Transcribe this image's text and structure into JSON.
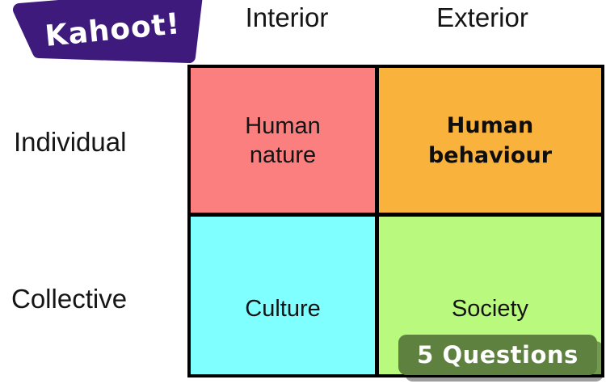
{
  "brand": {
    "logo_text": "Kahoot!",
    "color": "#3E1A7D",
    "text_color": "#FFFFFF"
  },
  "matrix": {
    "column_headers": [
      "Interior",
      "Exterior"
    ],
    "row_headers": [
      "Individual",
      "Collective"
    ],
    "border_color": "#000000",
    "quadrants": [
      {
        "row": "Individual",
        "column": "Interior",
        "label": "Human nature",
        "lines": [
          "Human",
          "nature"
        ],
        "color": "#FC7F7F"
      },
      {
        "row": "Individual",
        "column": "Exterior",
        "label": "Human behaviour",
        "lines": [
          "Human",
          "behaviour"
        ],
        "color": "#F9B23C"
      },
      {
        "row": "Collective",
        "column": "Interior",
        "label": "Culture",
        "lines": [
          "Culture"
        ],
        "color": "#7FFFFF"
      },
      {
        "row": "Collective",
        "column": "Exterior",
        "label": "Society",
        "lines": [
          "Society"
        ],
        "color": "#B9F97E"
      }
    ]
  },
  "badge": {
    "label": "5 Questions",
    "background": "#5E8140",
    "text_color": "#FFFFFF"
  }
}
